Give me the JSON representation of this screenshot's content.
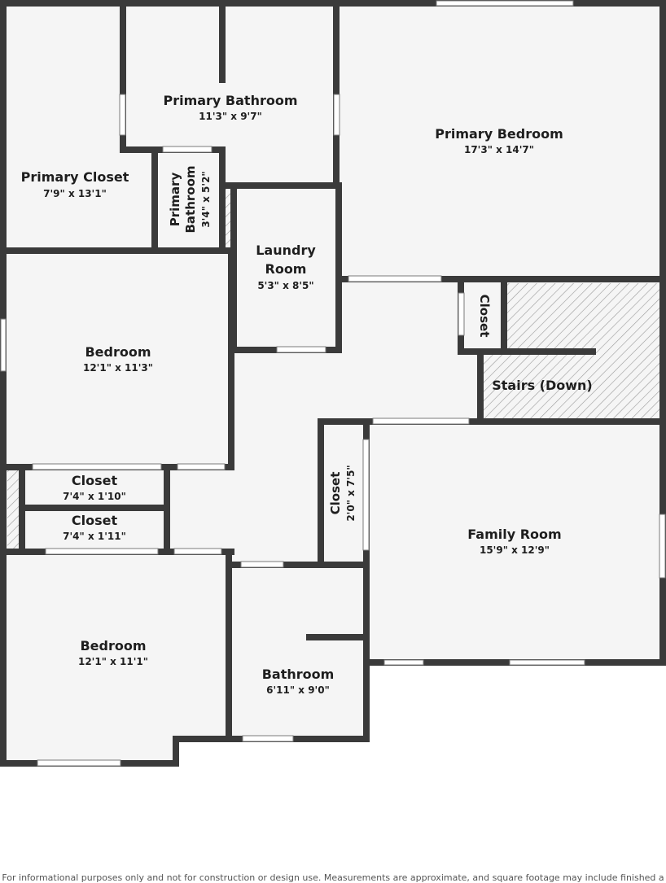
{
  "colors": {
    "wall": "#3a3a3a",
    "floor": "#f5f5f5",
    "window": "#ffffff",
    "text": "#1e1e1e",
    "hatch": "#9a9a9a"
  },
  "rooms": {
    "primary_bathroom": {
      "name": "Primary Bathroom",
      "dim": "11'3\" x 9'7\""
    },
    "primary_bedroom": {
      "name": "Primary Bedroom",
      "dim": "17'3\" x 14'7\""
    },
    "primary_closet": {
      "name": "Primary Closet",
      "dim": "7'9\" x 13'1\""
    },
    "primary_bathroom_small": {
      "name_line1": "Primary",
      "name_line2": "Bathroom",
      "dim": "3'4\" x 5'2\""
    },
    "laundry_room": {
      "name_line1": "Laundry",
      "name_line2": "Room",
      "dim": "5'3\" x 8'5\""
    },
    "closet_stairs": {
      "name": "Closet"
    },
    "stairs": {
      "name": "Stairs (Down)"
    },
    "bedroom_upper": {
      "name": "Bedroom",
      "dim": "12'1\" x 11'3\""
    },
    "closet_a": {
      "name": "Closet",
      "dim": "7'4\" x 1'10\""
    },
    "closet_b": {
      "name": "Closet",
      "dim": "7'4\" x 1'11\""
    },
    "closet_hall": {
      "name": "Closet",
      "dim": "2'0\" x 7'5\""
    },
    "family_room": {
      "name": "Family Room",
      "dim": "15'9\" x 12'9\""
    },
    "bedroom_lower": {
      "name": "Bedroom",
      "dim": "12'1\" x 11'1\""
    },
    "bathroom": {
      "name": "Bathroom",
      "dim": "6'11\" x 9'0\""
    }
  },
  "disclaimer": "For informational purposes only and not for construction or design use. Measurements are approximate, and square footage may include finished a"
}
